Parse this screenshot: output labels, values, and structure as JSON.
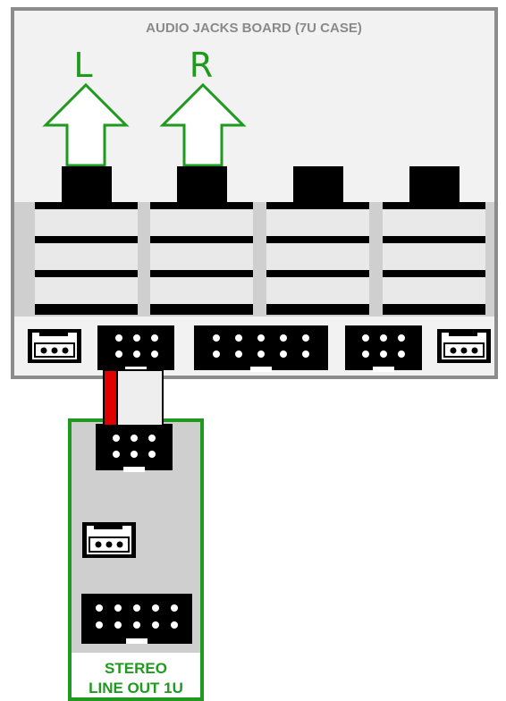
{
  "jacks_board": {
    "title": "AUDIO JACKS BOARD (7U CASE)",
    "jack_count": 4,
    "output_labels": [
      "L",
      "R"
    ],
    "headers": [
      {
        "id": "left-power",
        "type": "3-pin"
      },
      {
        "id": "ribbon-1",
        "type": "2x3"
      },
      {
        "id": "ribbon-2",
        "type": "2x5"
      },
      {
        "id": "ribbon-3",
        "type": "2x3"
      },
      {
        "id": "right-power",
        "type": "3-pin"
      }
    ]
  },
  "line_out_module": {
    "title_line1": "STEREO",
    "title_line2": "LINE OUT 1U",
    "headers": [
      {
        "id": "ribbon-in",
        "type": "2x3"
      },
      {
        "id": "power",
        "type": "3-pin"
      },
      {
        "id": "bus",
        "type": "2x5"
      }
    ]
  },
  "ribbon_cable": {
    "stripe": "red"
  },
  "colors": {
    "board_border": "#8c8c8c",
    "board_fill": "#f2f2f2",
    "jack_strip": "#cfcfcf",
    "module_border": "#1f9a1f",
    "module_fill": "#cfcfcf",
    "arrow": "#1f9a1f",
    "label": "#1f9a1f",
    "cable_stripe": "#e00000",
    "connector": "#000000"
  },
  "icons": [
    "arrow-up-outline-icon"
  ]
}
